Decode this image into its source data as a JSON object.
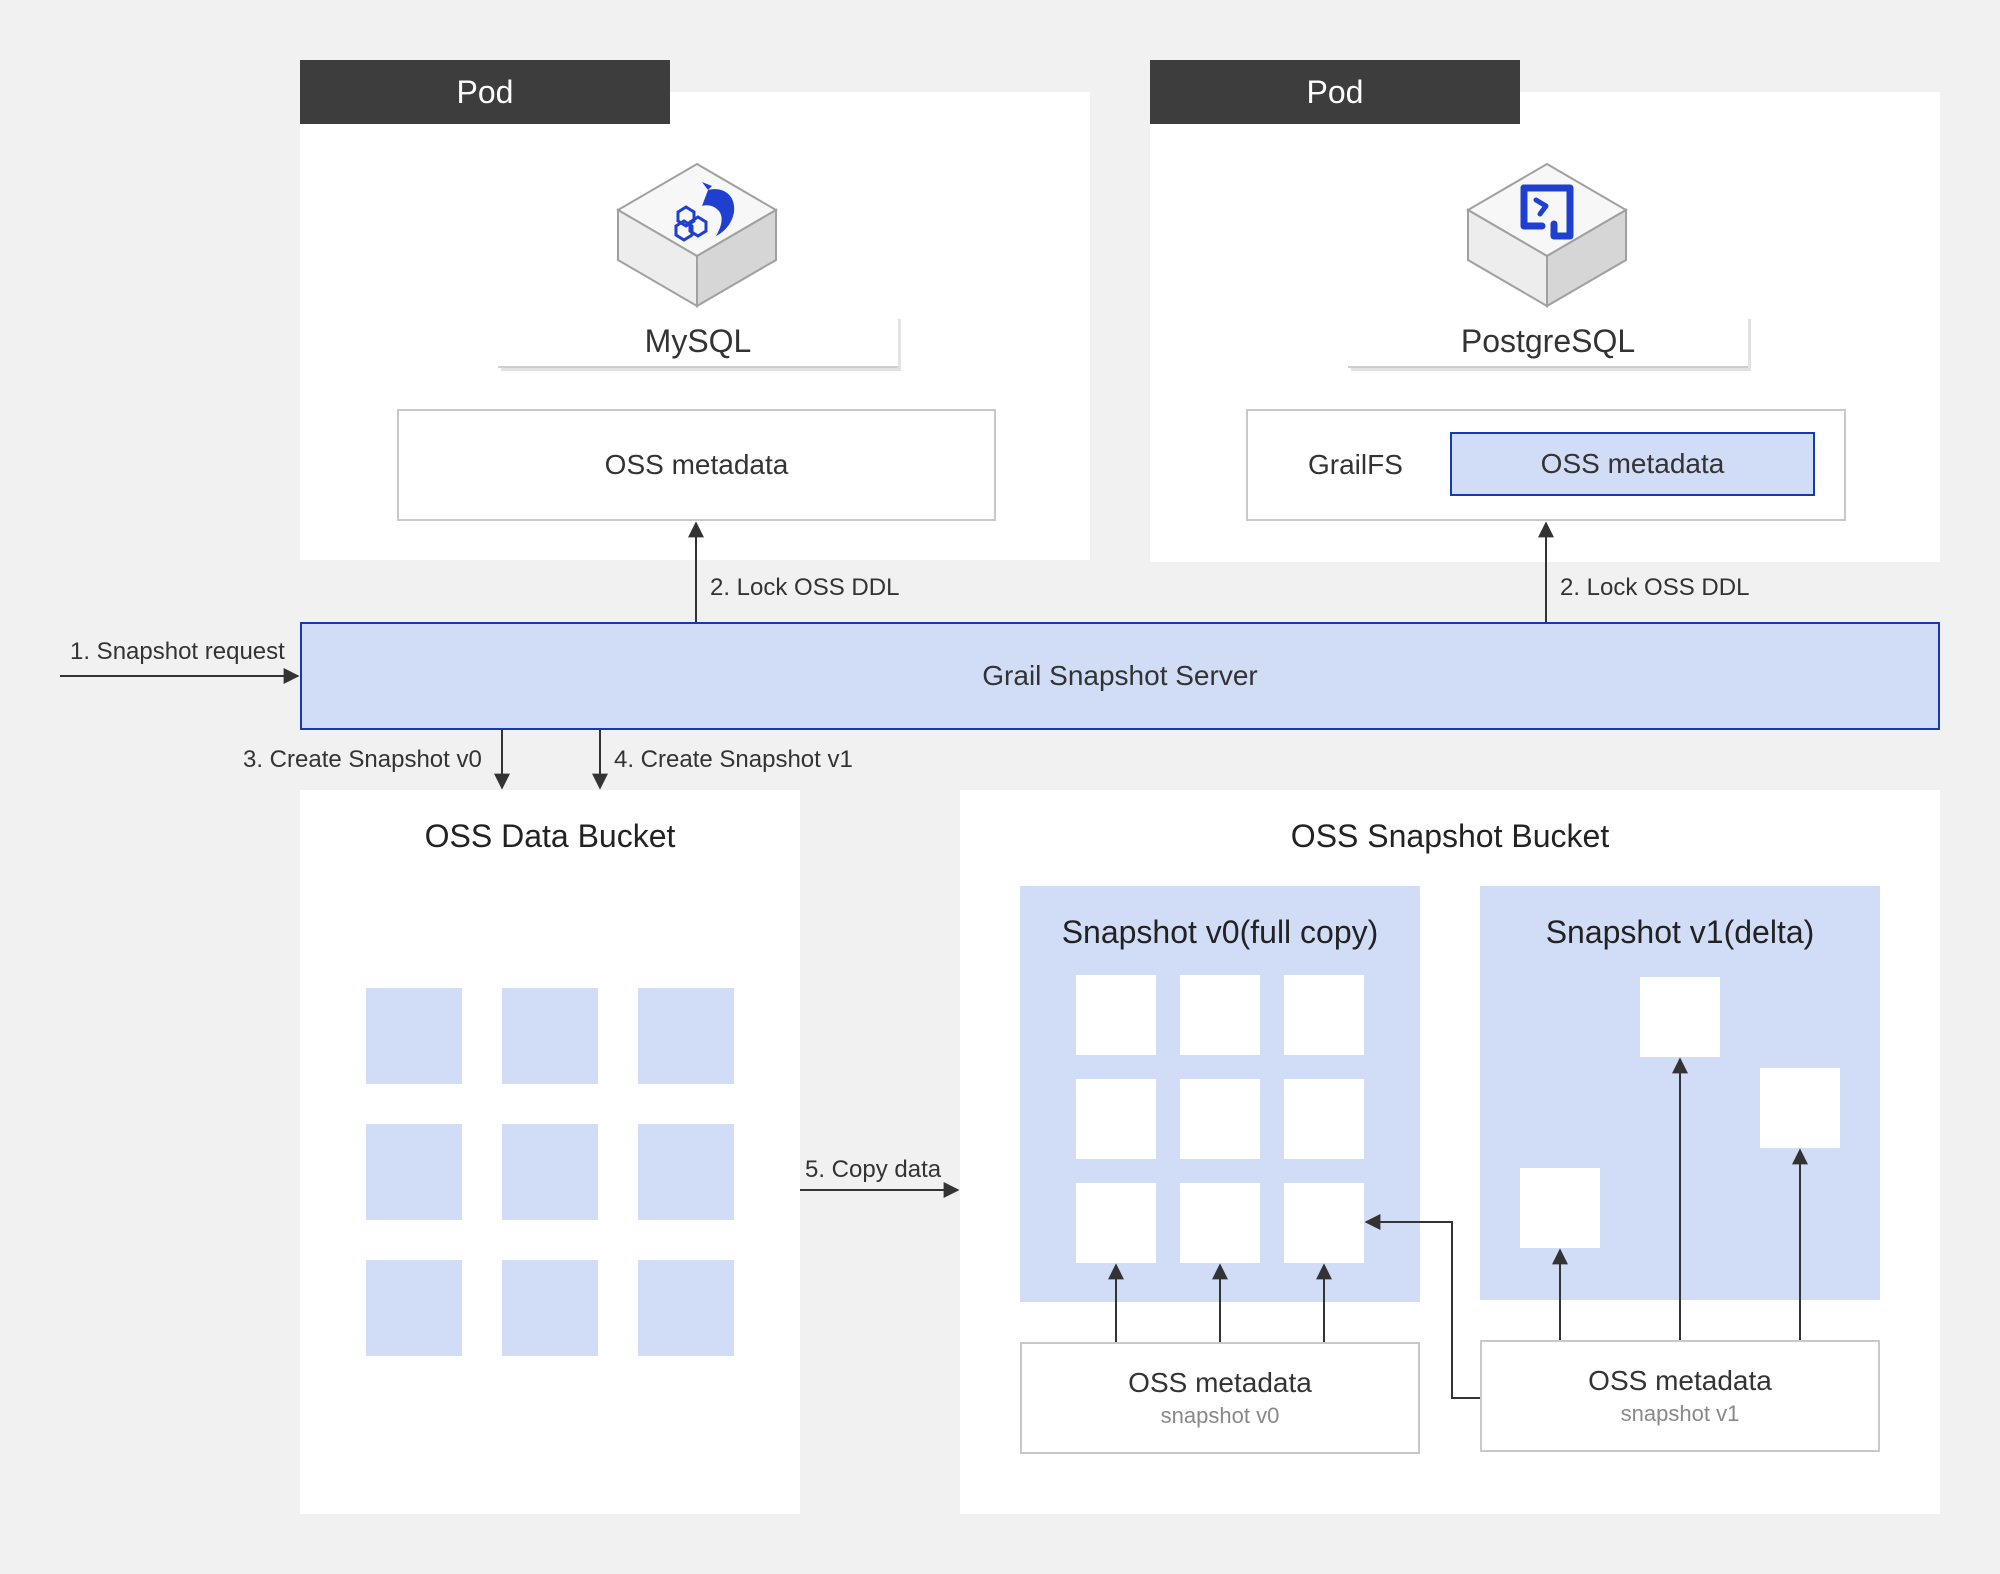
{
  "pods": [
    {
      "tab": "Pod",
      "db": "MySQL",
      "icon": "mysql-dolphin-icon",
      "meta": "OSS metadata"
    },
    {
      "tab": "Pod",
      "db": "PostgreSQL",
      "icon": "postgresql-elephant-icon",
      "grailfs": "GrailFS",
      "meta": "OSS metadata"
    }
  ],
  "server": {
    "label": "Grail Snapshot Server"
  },
  "edges": {
    "snapshot_request": "1. Snapshot request",
    "lock_ddl_left": "2. Lock OSS DDL",
    "lock_ddl_right": "2. Lock OSS DDL",
    "create_v0": "3. Create Snapshot v0",
    "create_v1": "4. Create Snapshot v1",
    "copy_data": "5. Copy data"
  },
  "data_bucket": {
    "title": "OSS Data Bucket"
  },
  "snapshot_bucket": {
    "title": "OSS Snapshot Bucket",
    "v0": {
      "title": "Snapshot v0(full copy)",
      "meta": "OSS metadata",
      "meta_sub": "snapshot v0"
    },
    "v1": {
      "title": "Snapshot v1(delta)",
      "meta": "OSS metadata",
      "meta_sub": "snapshot v1"
    }
  },
  "colors": {
    "background": "#f1f1f1",
    "pod_tab": "#3d3d3d",
    "highlight_fill": "#d1ddf6",
    "highlight_border": "#1739b8",
    "icon_blue": "#1f3fd1"
  }
}
